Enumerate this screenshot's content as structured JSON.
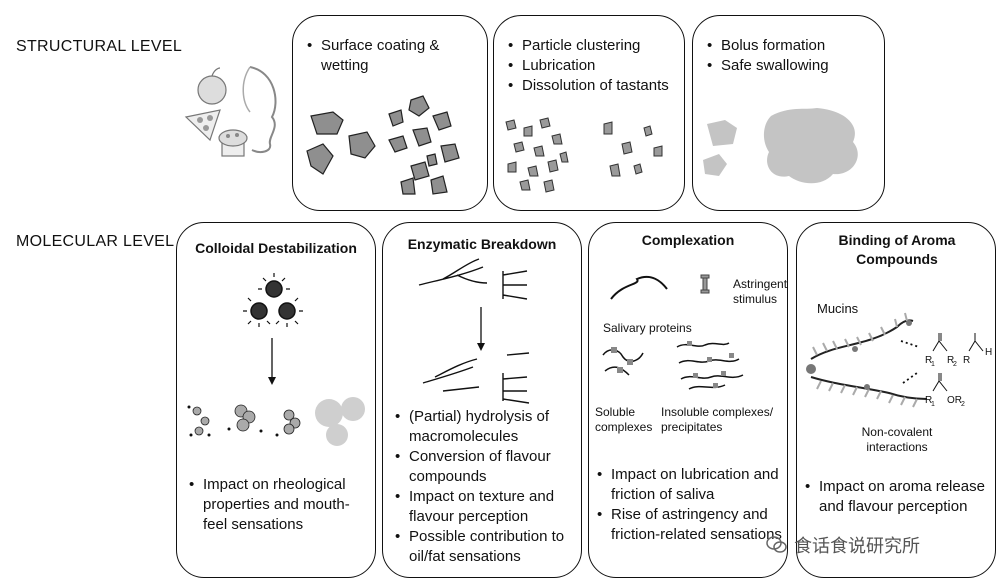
{
  "levels": {
    "structural": "STRUCTURAL LEVEL",
    "molecular": "MOLECULAR LEVEL"
  },
  "structural_cards": [
    {
      "bullets": [
        "Surface coating &",
        "wetting"
      ]
    },
    {
      "bullets": [
        "Particle clustering",
        "Lubrication",
        "Dissolution of tastants"
      ]
    },
    {
      "bullets": [
        "Bolus formation",
        "Safe swallowing"
      ]
    }
  ],
  "molecular_cards": [
    {
      "title": "Colloidal Destabilization",
      "bullets": [
        "Impact on rheological properties and mouth-feel sensations"
      ]
    },
    {
      "title": "Enzymatic Breakdown",
      "bullets": [
        "(Partial) hydrolysis of macromolecules",
        "Conversion of flavour compounds",
        "Impact on texture and flavour perception",
        "Possible contribution to oil/fat sensations"
      ]
    },
    {
      "title": "Complexation",
      "labels": {
        "astringent": "Astringent stimulus",
        "salivary": "Salivary proteins",
        "soluble": "Soluble complexes",
        "insoluble": "Insoluble complexes/ precipitates"
      },
      "bullets": [
        "Impact on lubrication and friction of saliva",
        "Rise of astringency and friction-related sensations"
      ]
    },
    {
      "title": "Binding of Aroma Compounds",
      "labels": {
        "mucins": "Mucins",
        "noncovalent": "Non-covalent interactions"
      },
      "bullets": [
        "Impact on aroma release and flavour perception"
      ]
    }
  ],
  "watermark": "食话食说研究所"
}
